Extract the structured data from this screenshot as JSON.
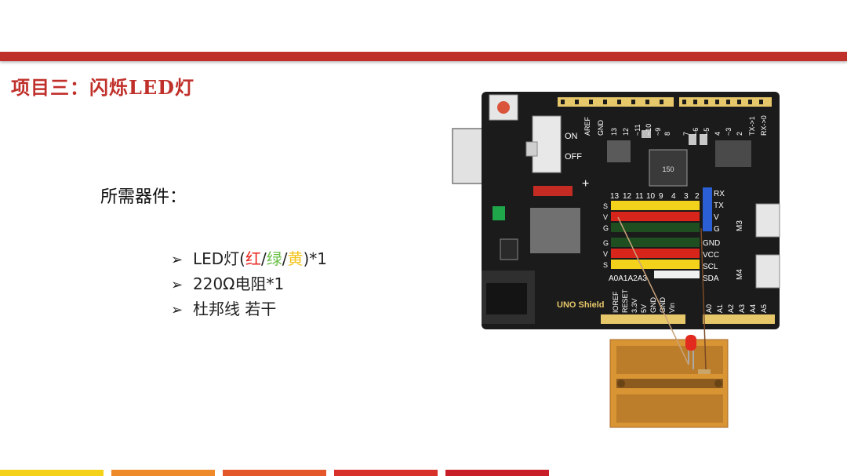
{
  "slide": {
    "title": "项目三：闪烁LED灯",
    "subtitle": "所需器件：",
    "items": [
      {
        "bullet": "➢",
        "parts": [
          {
            "text": "LED灯(",
            "color": "#222222"
          },
          {
            "text": "红",
            "color": "#e8231c"
          },
          {
            "text": "/",
            "color": "#222222"
          },
          {
            "text": "绿",
            "color": "#6cc04a"
          },
          {
            "text": "/",
            "color": "#222222"
          },
          {
            "text": "黄",
            "color": "#f2c31b"
          },
          {
            "text": ")*1",
            "color": "#222222"
          }
        ]
      },
      {
        "bullet": "➢",
        "text": "220Ω电阻*1"
      },
      {
        "bullet": "➢",
        "text": "杜邦线 若干"
      }
    ]
  },
  "board": {
    "on_label": "ON",
    "off_label": "OFF",
    "plus": "+",
    "shield_name": "UNO Shield",
    "top_pins_left": [
      "AREF",
      "GND",
      "13",
      "12",
      "~11",
      "~10",
      "~9",
      "8"
    ],
    "top_pins_right": [
      "7",
      "~6",
      "~5",
      "4",
      "~3",
      "2",
      "TX->1",
      "RX->0"
    ],
    "digital_row": [
      "13",
      "12",
      "11",
      "10",
      "9",
      "4",
      "3",
      "2"
    ],
    "row_labels": [
      "S",
      "V",
      "G",
      "G",
      "V",
      "S"
    ],
    "right_labels": [
      "RX",
      "TX",
      "V",
      "G",
      "GND",
      "VCC",
      "SCL",
      "SDA"
    ],
    "analog_row": "A0A1A2A3",
    "power_pins": [
      "IOREF",
      "RESET",
      "3.3V",
      "5V",
      "GND",
      "GND",
      "Vin"
    ],
    "analog_pins": [
      "A0",
      "A1",
      "A2",
      "A3",
      "A4",
      "A5"
    ],
    "m3": "M3",
    "m4": "M4",
    "chip_label": "150",
    "a_labels": [
      "A",
      "A",
      "A"
    ]
  },
  "colors": {
    "accent": "#c0302b",
    "board": "#1b1b1b",
    "breadboard": "#d99434"
  },
  "footer_colors": [
    "#f5d21a",
    "#ef8a2a",
    "#e3572a",
    "#d8302a",
    "#c81e2a"
  ]
}
